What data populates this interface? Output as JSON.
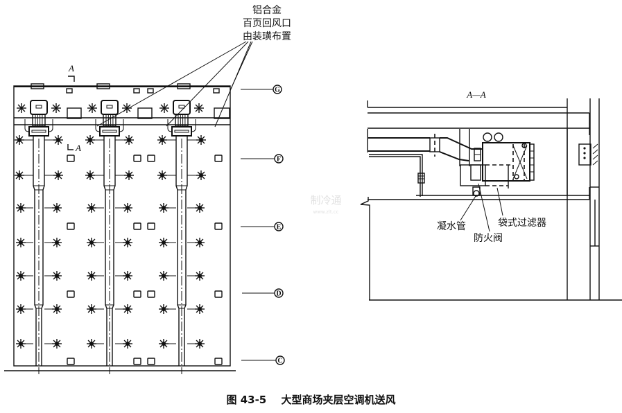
{
  "figure": {
    "number": "图 43-5",
    "title": "大型商场夹层空调机送风"
  },
  "plan_view": {
    "callout_lines": [
      "铝合金",
      "百页回风口",
      "由装璜布置"
    ],
    "section_mark_top": "A",
    "section_mark_bottom": "A",
    "axis_labels": [
      "G",
      "F",
      "E",
      "D",
      "C"
    ],
    "unit_count": 3
  },
  "section_view": {
    "title": "A—A",
    "labels": {
      "condensate_pipe": "凝水管",
      "fire_damper": "防火阀",
      "bag_filter": "袋式过滤器"
    }
  },
  "watermark": {
    "text": "制冷通",
    "url": "www.zlt.cc"
  }
}
